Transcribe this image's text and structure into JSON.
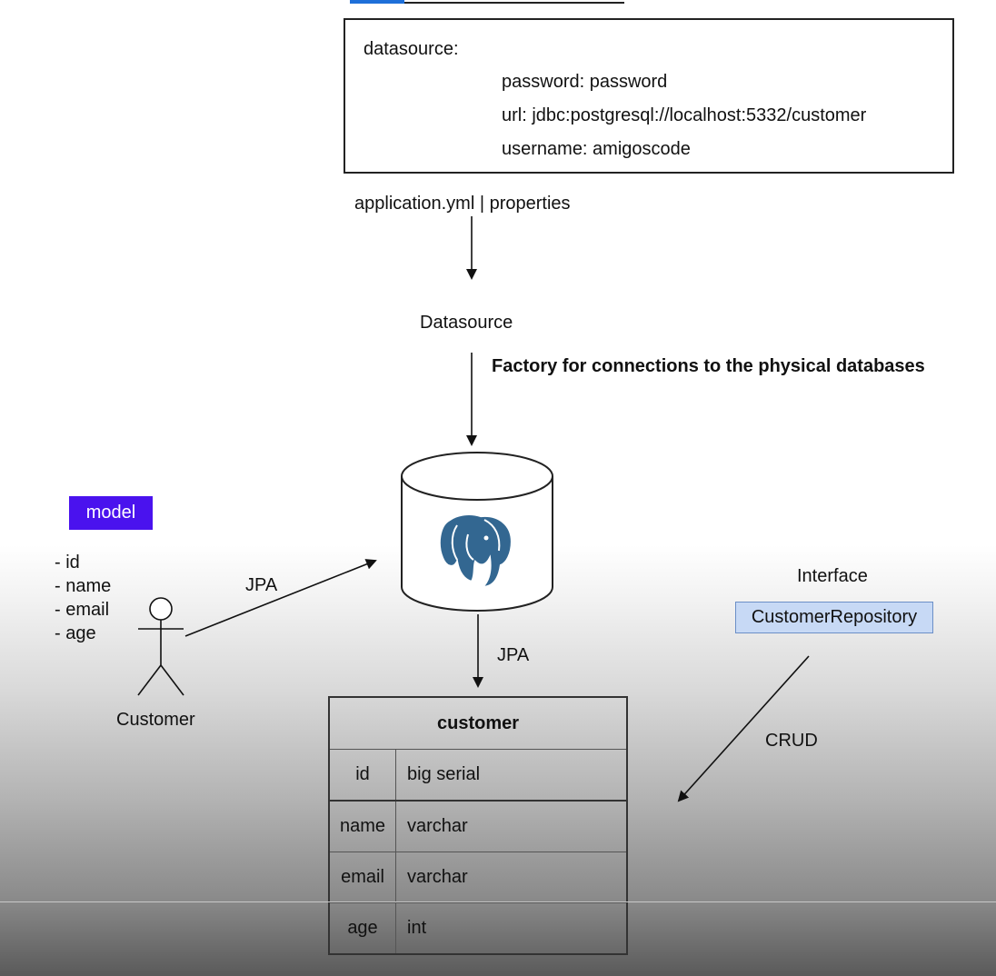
{
  "config": {
    "header": "datasource:",
    "password_line": "password: password",
    "url_line": "url: jdbc:postgresql://localhost:5332/customer",
    "username_line": "username: amigoscode"
  },
  "labels": {
    "config_file": "application.yml | properties",
    "datasource": "Datasource",
    "factory_note": "Factory for connections to the physical databases",
    "jpa_left": "JPA",
    "jpa_down": "JPA",
    "crud": "CRUD",
    "interface": "Interface",
    "customer_actor": "Customer"
  },
  "model": {
    "badge": "model",
    "attributes": [
      "- id",
      "- name",
      "- email",
      "- age"
    ]
  },
  "repository": {
    "name": "CustomerRepository"
  },
  "table": {
    "title": "customer",
    "rows": [
      {
        "column": "id",
        "type": "big serial"
      },
      {
        "column": "name",
        "type": "varchar"
      },
      {
        "column": "email",
        "type": "varchar"
      },
      {
        "column": "age",
        "type": "int"
      }
    ]
  },
  "colors": {
    "model_badge": "#4a12ee",
    "repository_fill": "#c7d9f5",
    "postgres_blue": "#336791"
  },
  "icons": {
    "database": "postgresql-elephant-icon",
    "actor": "stick-figure-icon"
  }
}
